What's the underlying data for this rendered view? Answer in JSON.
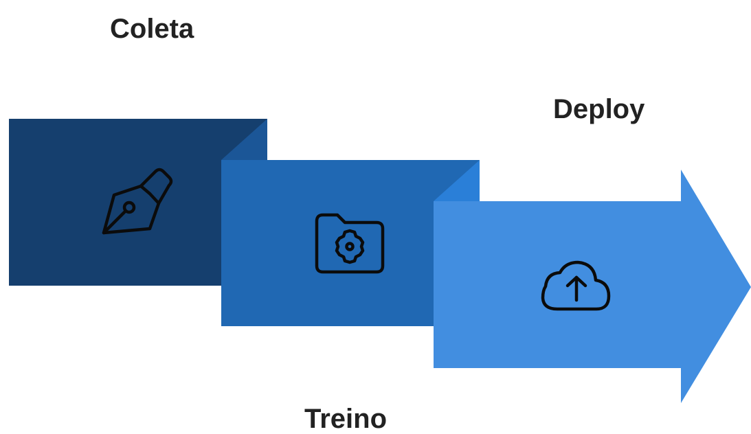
{
  "steps": [
    {
      "label": "Coleta",
      "icon": "pen-nib-icon",
      "color": "#153f6e",
      "fold_color": "#1b5697"
    },
    {
      "label": "Treino",
      "icon": "folder-gear-icon",
      "color": "#2068b3",
      "fold_color": "#2a7fd8"
    },
    {
      "label": "Deploy",
      "icon": "cloud-upload-icon",
      "color": "#428ee0"
    }
  ],
  "icon_stroke_color": "#0b0b0b"
}
